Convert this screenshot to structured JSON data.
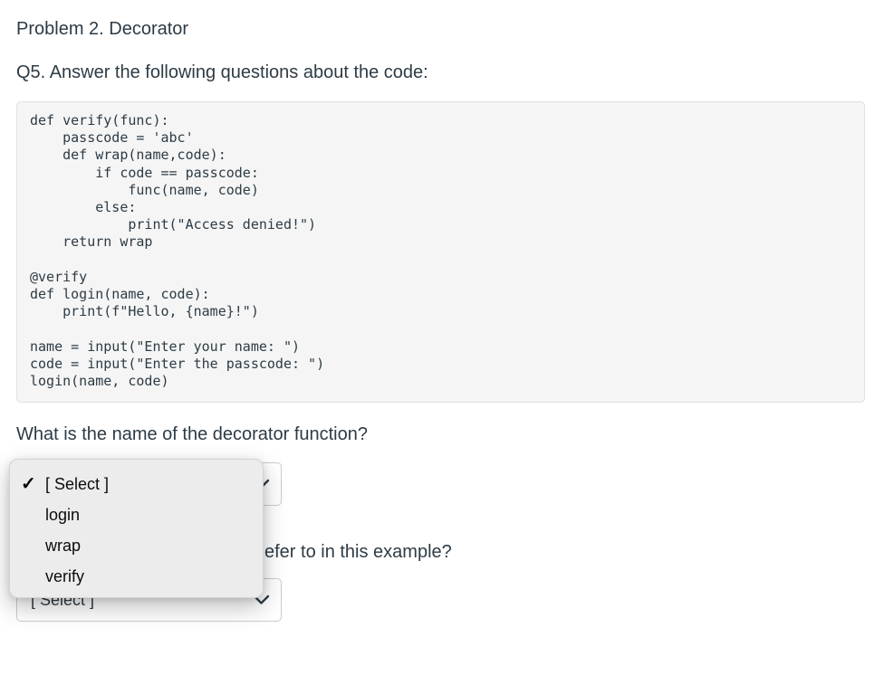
{
  "header": {
    "title": "Problem 2. Decorator",
    "subtitle": "Q5. Answer the following questions about the code:"
  },
  "code_block": {
    "language": "python",
    "text": "def verify(func):\n    passcode = 'abc'\n    def wrap(name,code):\n        if code == passcode:\n            func(name, code)\n        else:\n            print(\"Access denied!\")\n    return wrap\n\n@verify\ndef login(name, code):\n    print(f\"Hello, {name}!\")\n\nname = input(\"Enter your name: \")\ncode = input(\"Enter the passcode: \")\nlogin(name, code)"
  },
  "question1": {
    "text": "What is the name of the decorator function?",
    "select_value": "[ Select ]"
  },
  "dropdown": {
    "items": [
      {
        "label": "[ Select ]",
        "checked": true,
        "check": "✓"
      },
      {
        "label": "login",
        "checked": false,
        "check": ""
      },
      {
        "label": "wrap",
        "checked": false,
        "check": ""
      },
      {
        "label": "verify",
        "checked": false,
        "check": ""
      }
    ]
  },
  "question2": {
    "visible_text": "efer to in this example?",
    "select_value": "[ Select ]"
  },
  "colors": {
    "text": "#2d3b45",
    "code_background": "#f5f5f5",
    "code_border": "#dfe1e2",
    "select_border": "#c7cdd1",
    "menu_background": "#ececec",
    "menu_text": "#0c0c0c"
  }
}
